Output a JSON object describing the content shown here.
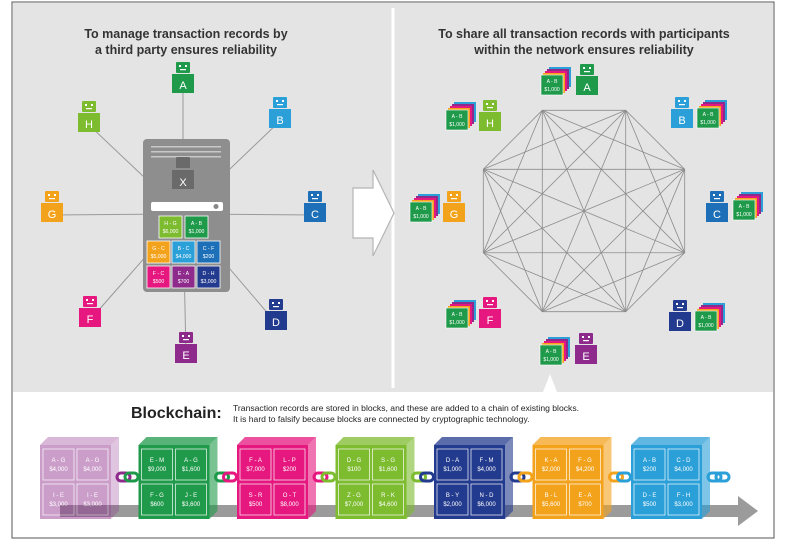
{
  "left_panel": {
    "title_line1": "To manage transaction records by",
    "title_line2": "a third party ensures reliability",
    "center_label": "X",
    "ledger": [
      {
        "pair": "H - G",
        "amount": "$6,000",
        "color": "#7dbb2f"
      },
      {
        "pair": "A - B",
        "amount": "$1,000",
        "color": "#1f9a4a"
      },
      {
        "pair": "G - C",
        "amount": "$5,000",
        "color": "#f3a21c"
      },
      {
        "pair": "B - C",
        "amount": "$4,000",
        "color": "#2a9fd8"
      },
      {
        "pair": "C - F",
        "amount": "$200",
        "color": "#1d70b8"
      },
      {
        "pair": "F - C",
        "amount": "$500",
        "color": "#e6177f"
      },
      {
        "pair": "E - A",
        "amount": "$700",
        "color": "#8e2a8c"
      },
      {
        "pair": "D - H",
        "amount": "$3,000",
        "color": "#233b8e"
      }
    ],
    "nodes": [
      {
        "label": "A",
        "color": "#1f9a4a"
      },
      {
        "label": "B",
        "color": "#2a9fd8"
      },
      {
        "label": "C",
        "color": "#1d70b8"
      },
      {
        "label": "D",
        "color": "#233b8e"
      },
      {
        "label": "E",
        "color": "#8e2a8c"
      },
      {
        "label": "F",
        "color": "#e6177f"
      },
      {
        "label": "G",
        "color": "#f3a21c"
      },
      {
        "label": "H",
        "color": "#7dbb2f"
      }
    ]
  },
  "right_panel": {
    "title_line1": "To share all transaction records with participants",
    "title_line2": "within the network ensures reliability",
    "stack_pair": "A - B",
    "stack_amount": "$1,000",
    "nodes": [
      {
        "label": "A",
        "color": "#1f9a4a"
      },
      {
        "label": "B",
        "color": "#2a9fd8"
      },
      {
        "label": "C",
        "color": "#1d70b8"
      },
      {
        "label": "D",
        "color": "#233b8e"
      },
      {
        "label": "E",
        "color": "#8e2a8c"
      },
      {
        "label": "F",
        "color": "#e6177f"
      },
      {
        "label": "G",
        "color": "#f3a21c"
      },
      {
        "label": "H",
        "color": "#7dbb2f"
      }
    ]
  },
  "blockchain": {
    "title": "Blockchain:",
    "description_line1": "Transaction records are stored in blocks, and these are added to a chain of existing blocks.",
    "description_line2": "It is hard to falsify because blocks are connected by cryptographic technology.",
    "blocks": [
      {
        "color": "#8e2a8c",
        "cells": [
          {
            "p": "A - G",
            "a": "$4,000"
          },
          {
            "p": "A - G",
            "a": "$4,000"
          },
          {
            "p": "I - E",
            "a": "$3,000"
          },
          {
            "p": "I - E",
            "a": "$3,000"
          }
        ]
      },
      {
        "color": "#1f9a4a",
        "cells": [
          {
            "p": "E - M",
            "a": "$9,000"
          },
          {
            "p": "A - G",
            "a": "$1,600"
          },
          {
            "p": "F - G",
            "a": "$600"
          },
          {
            "p": "J - E",
            "a": "$3,600"
          }
        ]
      },
      {
        "color": "#e6177f",
        "cells": [
          {
            "p": "F - A",
            "a": "$7,000"
          },
          {
            "p": "L - P",
            "a": "$200"
          },
          {
            "p": "S - R",
            "a": "$500"
          },
          {
            "p": "O - T",
            "a": "$8,000"
          }
        ]
      },
      {
        "color": "#7dbb2f",
        "cells": [
          {
            "p": "D - G",
            "a": "$100"
          },
          {
            "p": "S - G",
            "a": "$1,600"
          },
          {
            "p": "Z - G",
            "a": "$7,000"
          },
          {
            "p": "R - K",
            "a": "$4,600"
          }
        ]
      },
      {
        "color": "#233b8e",
        "cells": [
          {
            "p": "D - A",
            "a": "$1,000"
          },
          {
            "p": "F - M",
            "a": "$4,000"
          },
          {
            "p": "B - Y",
            "a": "$2,000"
          },
          {
            "p": "N - D",
            "a": "$6,000"
          }
        ]
      },
      {
        "color": "#f3a21c",
        "cells": [
          {
            "p": "K - A",
            "a": "$2,000"
          },
          {
            "p": "F - G",
            "a": "$4,200"
          },
          {
            "p": "B - L",
            "a": "$5,600"
          },
          {
            "p": "E - A",
            "a": "$700"
          }
        ]
      },
      {
        "color": "#2a9fd8",
        "cells": [
          {
            "p": "A - B",
            "a": "$200"
          },
          {
            "p": "C - D",
            "a": "$4,000"
          },
          {
            "p": "D - E",
            "a": "$500"
          },
          {
            "p": "F - H",
            "a": "$3,000"
          }
        ]
      }
    ]
  }
}
